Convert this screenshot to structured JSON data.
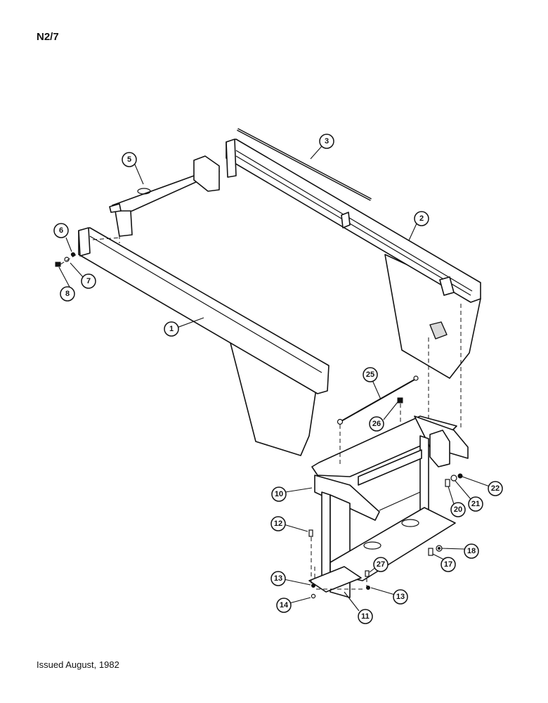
{
  "header": {
    "page_code": "N2/7"
  },
  "footer": {
    "issued": "Issued August, 1982"
  },
  "callouts": [
    "1",
    "2",
    "3",
    "5",
    "6",
    "7",
    "8",
    "10",
    "11",
    "12",
    "13",
    "13",
    "14",
    "17",
    "18",
    "20",
    "21",
    "22",
    "25",
    "26",
    "27"
  ]
}
